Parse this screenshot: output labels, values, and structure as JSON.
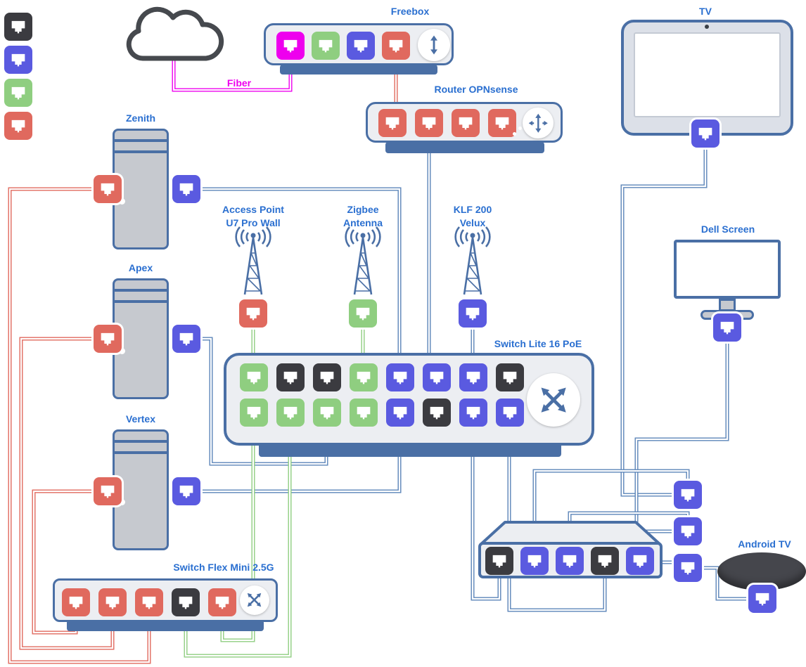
{
  "colors": {
    "dark": "#3b3b40",
    "blue": "#5a5ae0",
    "green": "#8fce80",
    "red": "#e0695e",
    "magenta": "#ee00ee",
    "line_blue": "#5b84b8",
    "accent": "#4a6fa5",
    "label": "#2a6fd0"
  },
  "legend": {
    "ports": [
      "dark",
      "blue",
      "green",
      "red"
    ]
  },
  "annotations": {
    "fiber": "Fiber"
  },
  "icons": {
    "freebox_circle": "vertical-double-arrow",
    "router_circle": "four-way-arrows",
    "switch_circle": "crossed-double-arrows",
    "internet": "cloud",
    "wireless": "antenna-with-waves",
    "port_glyph": "rj45-ethernet-jack"
  },
  "devices": {
    "freebox": {
      "label": "Freebox",
      "ports": [
        "magenta",
        "green",
        "blue",
        "red"
      ]
    },
    "router": {
      "label": "Router OPNsense",
      "ports": [
        "red",
        "red",
        "red",
        "red"
      ]
    },
    "tv": {
      "label": "TV",
      "port": [
        "blue"
      ]
    },
    "zenith": {
      "label": "Zenith",
      "left_port": [
        "red"
      ],
      "right_port": [
        "blue"
      ]
    },
    "apex": {
      "label": "Apex",
      "left_port": [
        "red"
      ],
      "right_port": [
        "blue"
      ]
    },
    "vertex": {
      "label": "Vertex",
      "left_port": [
        "red"
      ],
      "right_port": [
        "blue"
      ]
    },
    "access_point": {
      "label1": "Access Point",
      "label2": "U7 Pro Wall",
      "port": [
        "red"
      ]
    },
    "zigbee": {
      "label1": "Zigbee",
      "label2": "Antenna",
      "port": [
        "green"
      ]
    },
    "klf": {
      "label1": "KLF 200",
      "label2": "Velux",
      "port": [
        "blue"
      ]
    },
    "switch_lite": {
      "label": "Switch Lite 16 PoE",
      "ports_top": [
        "green",
        "dark",
        "dark",
        "green",
        "blue",
        "blue",
        "blue",
        "dark"
      ],
      "ports_bottom": [
        "green",
        "green",
        "green",
        "green",
        "blue",
        "dark",
        "blue",
        "blue"
      ]
    },
    "dell": {
      "label": "Dell Screen",
      "port": [
        "blue"
      ]
    },
    "flex_mini": {
      "label": "Switch Flex Mini 2.5G",
      "ports": [
        "red",
        "red",
        "red",
        "dark",
        "red"
      ]
    },
    "wall_switch": {
      "ports": [
        "dark",
        "blue",
        "blue",
        "dark",
        "blue"
      ]
    },
    "android_tv": {
      "label": "Android TV",
      "port": [
        "blue"
      ]
    },
    "wall_jacks": {
      "a": [
        "blue"
      ],
      "b": [
        "blue"
      ],
      "c": [
        "blue"
      ]
    }
  }
}
